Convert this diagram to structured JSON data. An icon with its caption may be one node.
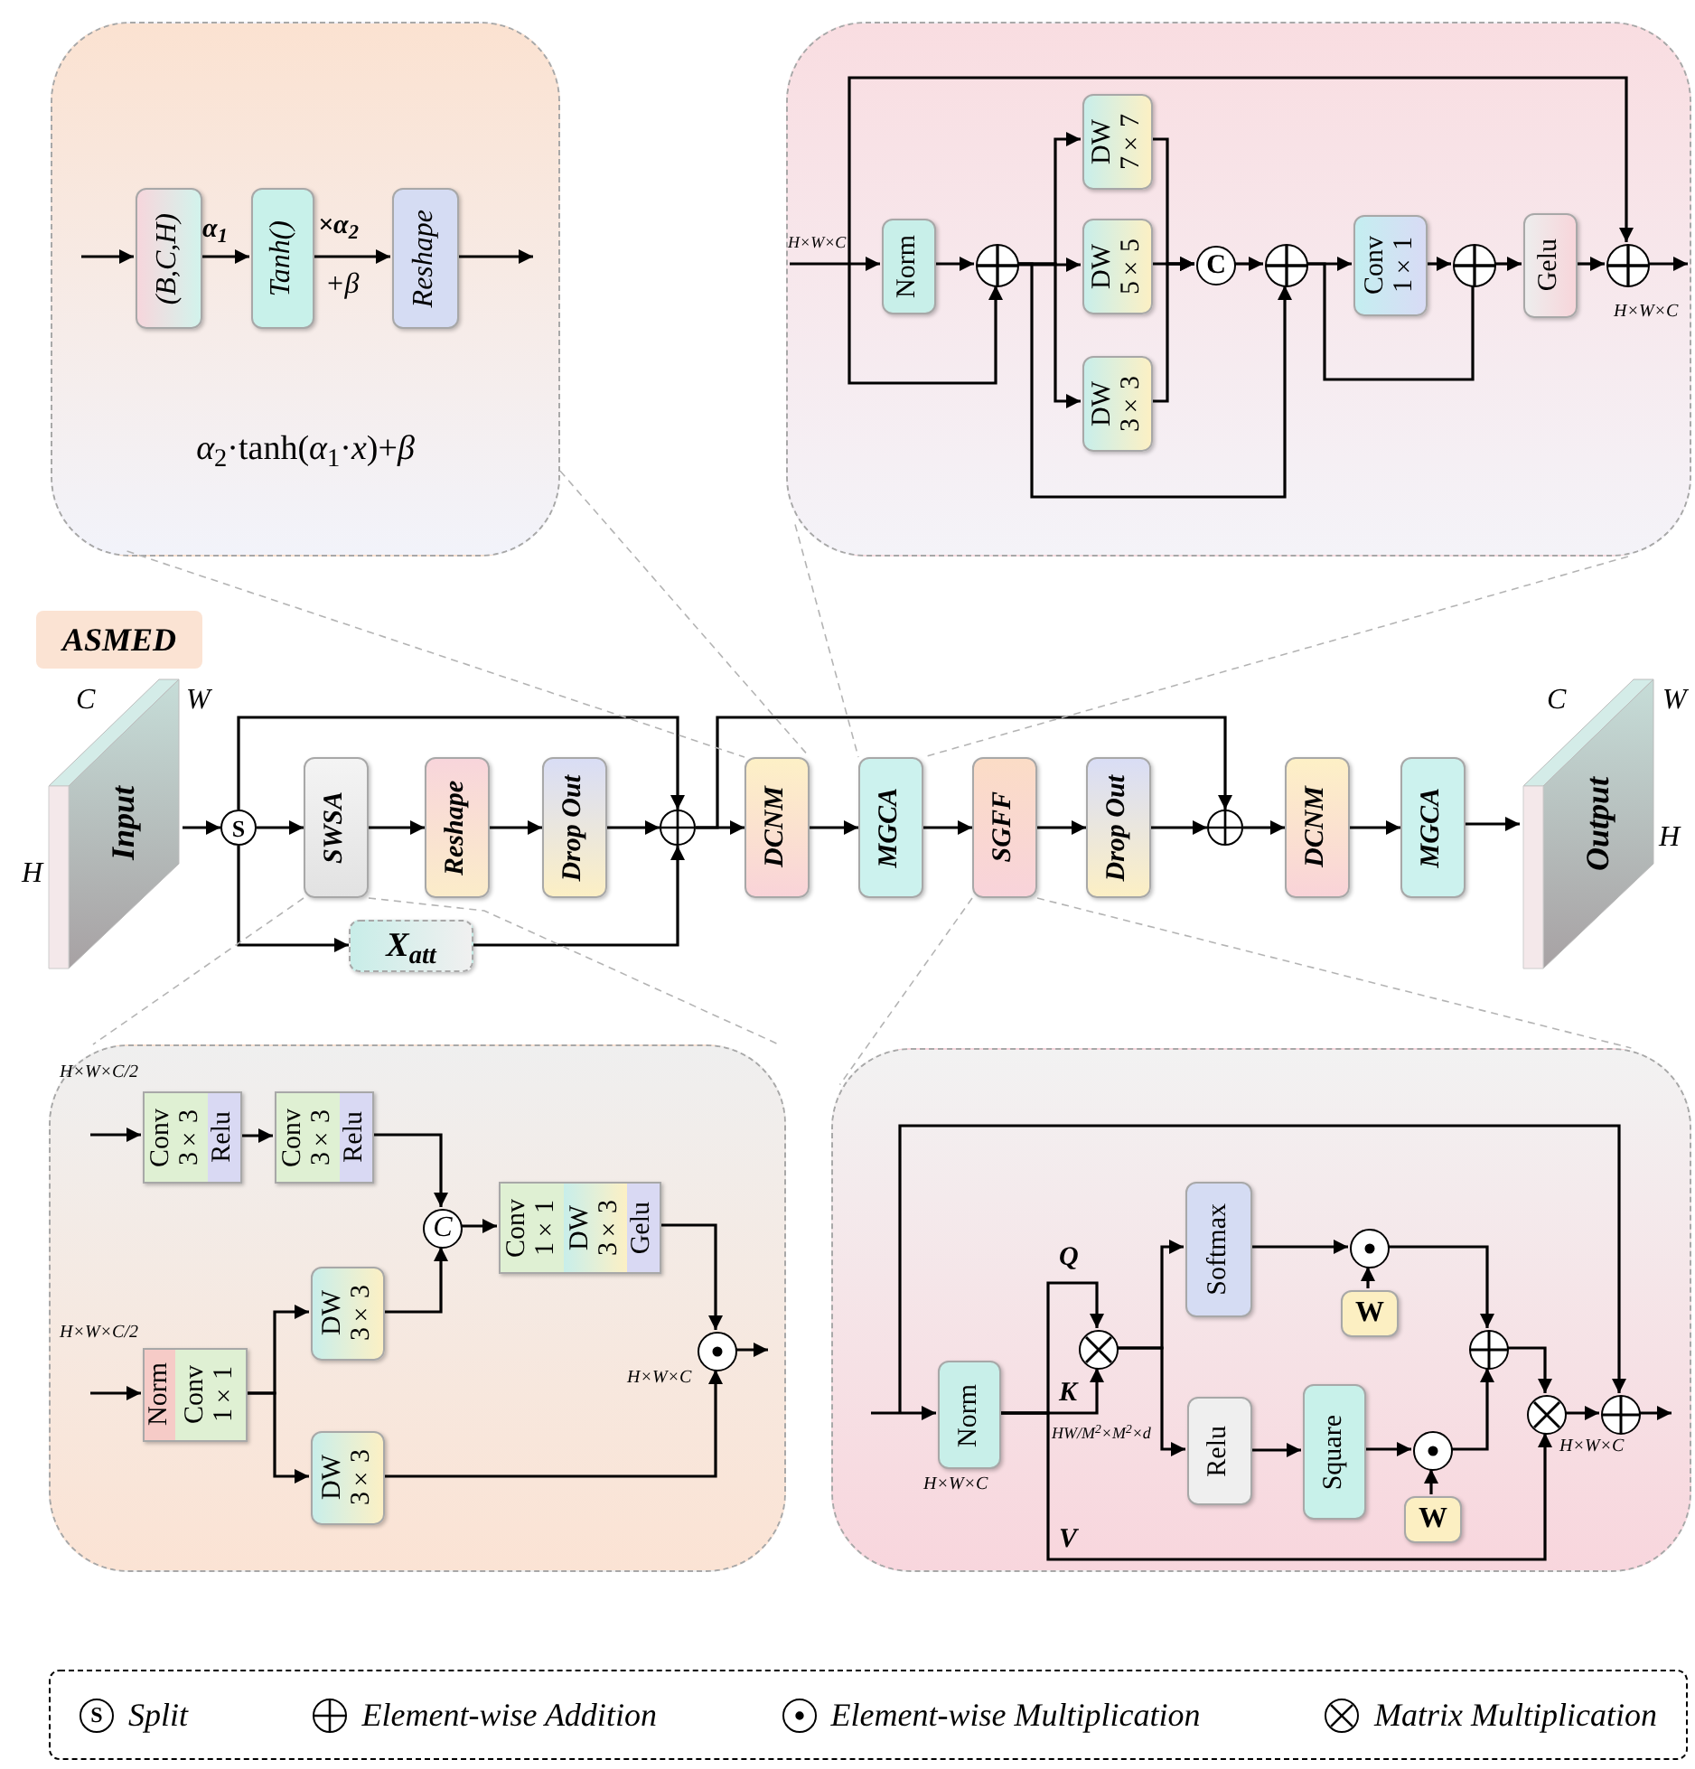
{
  "diagram": {
    "title": "ASMED",
    "nodes": [
      {
        "text": [
          "Input"
        ],
        "beside": [
          "C",
          "W",
          "H"
        ]
      },
      {
        "text": [
          "S"
        ]
      },
      {
        "text": [
          "SWSA"
        ]
      },
      {
        "text": [
          "Reshape"
        ]
      },
      {
        "text": [
          "Drop Out"
        ]
      },
      {
        "text": [],
        "shape": "circle"
      },
      {
        "text": [
          "DCNM"
        ]
      },
      {
        "text": [
          "MGCA"
        ]
      },
      {
        "text": [
          "SGFF"
        ]
      },
      {
        "text": [
          "Drop Out"
        ]
      },
      {
        "text": [],
        "shape": "circle"
      },
      {
        "text": [
          "DCNM"
        ]
      },
      {
        "text": [
          "MGCA"
        ]
      },
      {
        "text": [
          "Output"
        ],
        "beside": [
          "C",
          "W",
          "H"
        ]
      },
      {
        "text": [
          "X$_{att}$"
        ]
      },
      {
        "text": [
          "*α*$_{2}$·tanh(*α*$_{1}$·*x*)+*β*"
        ]
      },
      {
        "text": [
          "(B,C,H)"
        ],
        "in": 15
      },
      {
        "text": [
          "Tanh()"
        ],
        "in": 15
      },
      {
        "text": [
          "Reshape"
        ],
        "in": 15
      },
      {
        "text": [],
        "shape": "box"
      },
      {
        "text": [
          "Norm"
        ],
        "in": 19
      },
      {
        "text": [],
        "shape": "circle",
        "in": 19
      },
      {
        "text": [
          "DW 7×7"
        ],
        "in": 19
      },
      {
        "text": [
          "DW 5×5"
        ],
        "in": 19
      },
      {
        "text": [
          "DW 3×3"
        ],
        "in": 19
      },
      {
        "text": [
          "C"
        ],
        "in": 19
      },
      {
        "text": [],
        "shape": "circle",
        "in": 19
      },
      {
        "text": [
          "Conv 1×1"
        ],
        "in": 19
      },
      {
        "text": [],
        "shape": "circle",
        "in": 19
      },
      {
        "text": [
          "Gelu"
        ],
        "in": 19
      },
      {
        "text": [],
        "shape": "circle",
        "in": 19
      },
      {
        "text": [],
        "shape": "box"
      },
      {
        "text": [
          "Conv 3×3",
          "Relu"
        ],
        "in": 31
      },
      {
        "text": [
          "Conv 3×3",
          "Relu"
        ],
        "in": 31
      },
      {
        "text": [
          "C"
        ],
        "in": 31
      },
      {
        "text": [
          "Conv 1×1",
          "DW 3×3",
          "Gelu"
        ],
        "in": 31
      },
      {
        "text": [
          "Norm",
          "Conv 1×1"
        ],
        "in": 31
      },
      {
        "text": [
          "DW 3×3"
        ],
        "in": 31
      },
      {
        "text": [],
        "shape": "circle",
        "in": 31
      },
      {
        "text": [
          "DW 3×3"
        ],
        "in": 31
      },
      {
        "text": [],
        "shape": "box"
      },
      {
        "text": [
          "Norm"
        ],
        "in": 40,
        "beside": [
          "H×W×C"
        ]
      },
      {
        "text": [],
        "shape": "circle",
        "in": 40
      },
      {
        "text": [
          "Softmax"
        ],
        "in": 40
      },
      {
        "text": [],
        "shape": "circle",
        "in": 40
      },
      {
        "text": [
          "W"
        ],
        "in": 40
      },
      {
        "text": [
          "Relu"
        ],
        "in": 40
      },
      {
        "text": [
          "Square"
        ],
        "in": 40
      },
      {
        "text": [],
        "shape": "circle",
        "in": 40
      },
      {
        "text": [
          "W"
        ],
        "in": 40
      },
      {
        "text": [],
        "shape": "circle",
        "in": 40
      },
      {
        "text": [],
        "shape": "circle",
        "in": 40
      },
      {
        "text": [],
        "shape": "circle",
        "in": 40
      }
    ],
    "edges": [
      {
        "from": 0,
        "to": 1,
        "arrow": "to"
      },
      {
        "from": 1,
        "to": 2,
        "arrow": "to"
      },
      {
        "from": 2,
        "to": 3,
        "arrow": "to"
      },
      {
        "from": 3,
        "to": 4,
        "arrow": "to"
      },
      {
        "from": 4,
        "to": 5,
        "arrow": "to"
      },
      {
        "from": 1,
        "to": 5,
        "arrow": "to"
      },
      {
        "from": 1,
        "to": 14,
        "arrow": "to"
      },
      {
        "from": 14,
        "to": 5,
        "arrow": "to"
      },
      {
        "from": 5,
        "to": 6,
        "arrow": "to"
      },
      {
        "from": 5,
        "to": 10,
        "arrow": "to"
      },
      {
        "from": 6,
        "to": 7,
        "arrow": "to"
      },
      {
        "from": 7,
        "to": 8,
        "arrow": "to"
      },
      {
        "from": 8,
        "to": 9,
        "arrow": "to"
      },
      {
        "from": 9,
        "to": 10,
        "arrow": "to"
      },
      {
        "from": 10,
        "to": 11,
        "arrow": "to"
      },
      {
        "from": 11,
        "to": 12,
        "arrow": "to"
      },
      {
        "from": 12,
        "to": 13,
        "arrow": "to"
      },
      {
        "from": 15,
        "to": 6,
        "arrow": "none",
        "style": "dashed",
        "color": "#b4b4b4"
      },
      {
        "from": 15,
        "to": 6,
        "arrow": "none",
        "style": "dashed",
        "color": "#b4b4b4"
      },
      {
        "from": 19,
        "to": 7,
        "arrow": "none",
        "style": "dashed",
        "color": "#b4b4b4"
      },
      {
        "from": 19,
        "to": 7,
        "arrow": "none",
        "style": "dashed",
        "color": "#b4b4b4"
      },
      {
        "from": 2,
        "to": 31,
        "arrow": "none",
        "style": "dashed",
        "color": "#b4b4b4"
      },
      {
        "from": 2,
        "to": 31,
        "arrow": "none",
        "style": "dashed",
        "color": "#b4b4b4"
      },
      {
        "from": 8,
        "to": 40,
        "arrow": "none",
        "style": "dashed",
        "color": "#b4b4b4"
      },
      {
        "from": 8,
        "to": 40,
        "arrow": "none",
        "style": "dashed",
        "color": "#b4b4b4"
      },
      {
        "from": null,
        "to": 16,
        "arrow": "to"
      },
      {
        "from": 16,
        "to": 17,
        "arrow": "to",
        "label": "α$_{1}$"
      },
      {
        "from": 17,
        "to": 18,
        "arrow": "to",
        "label": "×α$_{2}$"
      },
      {
        "from": 18,
        "to": null,
        "arrow": "to"
      },
      {
        "from": null,
        "to": 20,
        "arrow": "to"
      },
      {
        "from": null,
        "to": 21,
        "arrow": "to"
      },
      {
        "from": null,
        "to": 30,
        "arrow": "to"
      },
      {
        "from": 20,
        "to": 21,
        "arrow": "to"
      },
      {
        "from": 21,
        "to": 22,
        "arrow": "to"
      },
      {
        "from": 21,
        "to": 23,
        "arrow": "to"
      },
      {
        "from": 21,
        "to": 24,
        "arrow": "to"
      },
      {
        "from": 21,
        "to": 26,
        "arrow": "to"
      },
      {
        "from": 22,
        "to": 25,
        "arrow": "to"
      },
      {
        "from": 23,
        "to": 25,
        "arrow": "to"
      },
      {
        "from": 24,
        "to": 25,
        "arrow": "to"
      },
      {
        "from": 25,
        "to": 26,
        "arrow": "to"
      },
      {
        "from": 26,
        "to": 27,
        "arrow": "to"
      },
      {
        "from": 26,
        "to": 28,
        "arrow": "none"
      },
      {
        "from": 27,
        "to": 28,
        "arrow": "to"
      },
      {
        "from": 28,
        "to": 29,
        "arrow": "to"
      },
      {
        "from": 29,
        "to": 30,
        "arrow": "to"
      },
      {
        "from": 30,
        "to": null,
        "arrow": "to"
      },
      {
        "from": null,
        "to": 32,
        "arrow": "to"
      },
      {
        "from": 32,
        "to": 33,
        "arrow": "to"
      },
      {
        "from": 33,
        "to": 34,
        "arrow": "to"
      },
      {
        "from": null,
        "to": 36,
        "arrow": "to"
      },
      {
        "from": 36,
        "to": 37,
        "arrow": "to"
      },
      {
        "from": 36,
        "to": 39,
        "arrow": "to"
      },
      {
        "from": 37,
        "to": 34,
        "arrow": "to"
      },
      {
        "from": 34,
        "to": 35,
        "arrow": "to"
      },
      {
        "from": 35,
        "to": 38,
        "arrow": "to"
      },
      {
        "from": 39,
        "to": 38,
        "arrow": "to"
      },
      {
        "from": 38,
        "to": null,
        "arrow": "to"
      },
      {
        "from": null,
        "to": 41,
        "arrow": "to"
      },
      {
        "from": null,
        "to": 52,
        "arrow": "to"
      },
      {
        "from": 41,
        "to": 42,
        "arrow": "to",
        "label": "Q"
      },
      {
        "from": 41,
        "to": 42,
        "arrow": "to",
        "label": "K"
      },
      {
        "from": 41,
        "to": 51,
        "arrow": "to",
        "label": "V"
      },
      {
        "from": 42,
        "to": 43,
        "arrow": "to"
      },
      {
        "from": 42,
        "to": 46,
        "arrow": "to"
      },
      {
        "from": 43,
        "to": 44,
        "arrow": "to"
      },
      {
        "from": 45,
        "to": 44,
        "arrow": "to"
      },
      {
        "from": 46,
        "to": 47,
        "arrow": "to"
      },
      {
        "from": 47,
        "to": 48,
        "arrow": "to"
      },
      {
        "from": 49,
        "to": 48,
        "arrow": "to"
      },
      {
        "from": 44,
        "to": 50,
        "arrow": "to"
      },
      {
        "from": 48,
        "to": 50,
        "arrow": "to"
      },
      {
        "from": 50,
        "to": 51,
        "arrow": "to"
      },
      {
        "from": 51,
        "to": 52,
        "arrow": "to"
      },
      {
        "from": 52,
        "to": null,
        "arrow": "to"
      }
    ],
    "labels": [
      "+β",
      "H×W×C",
      "H×W×C",
      "H×W×C/2",
      "H×W×C/2",
      "H×W×C",
      "HW/M$^{2}$×M$^{2}$×d",
      "H×W×C",
      "S"
    ],
    "legend": [
      {
        "text": "Split"
      },
      {
        "text": "Element-wise Addition"
      },
      {
        "text": "Element-wise Multiplication"
      },
      {
        "text": "Matrix Multiplication"
      }
    ]
  }
}
